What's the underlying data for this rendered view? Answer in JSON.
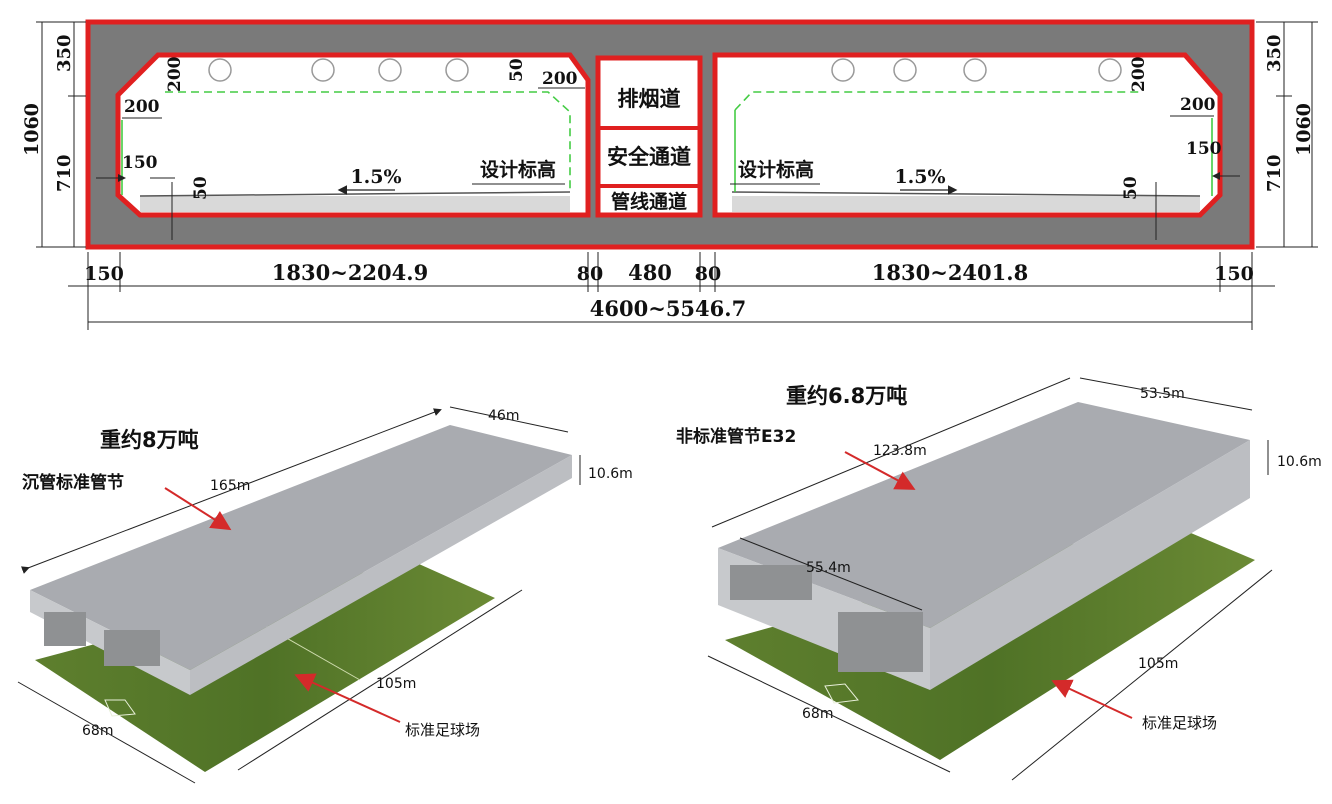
{
  "section": {
    "rooms": {
      "smoke": "排烟道",
      "safety": "安全通道",
      "pipe": "管线通道"
    },
    "design_elev_left": "设计标高",
    "design_elev_right": "设计标高",
    "slope_left": "1.5%",
    "slope_right": "1.5%",
    "dims": {
      "left_top": "350",
      "left_mid": "710",
      "left_total": "1060",
      "right_top": "350",
      "right_mid": "710",
      "right_total": "1060",
      "l200a": "200",
      "l200b": "200",
      "l50a": "50",
      "l200c": "200",
      "l150": "150",
      "l50b": "50",
      "r200a": "200",
      "r200b": "200",
      "r150": "150",
      "r50": "50",
      "b150l": "150",
      "bLeft": "1830~2204.9",
      "b80l": "80",
      "b480": "480",
      "b80r": "80",
      "bRight": "1830~2401.8",
      "b150r": "150",
      "bTotal": "4600~5546.7"
    }
  },
  "left_model": {
    "weight": "重约8万吨",
    "name": "沉管标准管节",
    "length": "165m",
    "width": "46m",
    "height": "10.6m",
    "field_length": "105m",
    "field_width": "68m",
    "field_label": "标准足球场"
  },
  "right_model": {
    "weight": "重约6.8万吨",
    "name": "非标准管节E32",
    "length": "123.8m",
    "width": "53.5m",
    "width2": "55.4m",
    "height": "10.6m",
    "field_length": "105m",
    "field_width": "68m",
    "field_label": "标准足球场"
  },
  "colors": {
    "concrete": "#7a7a7a",
    "outline": "#e02020",
    "ceiling_line": "#44cc44",
    "box_top": "#a9abb0",
    "field": "#5d7f2c",
    "arrow": "#d42a2a"
  }
}
